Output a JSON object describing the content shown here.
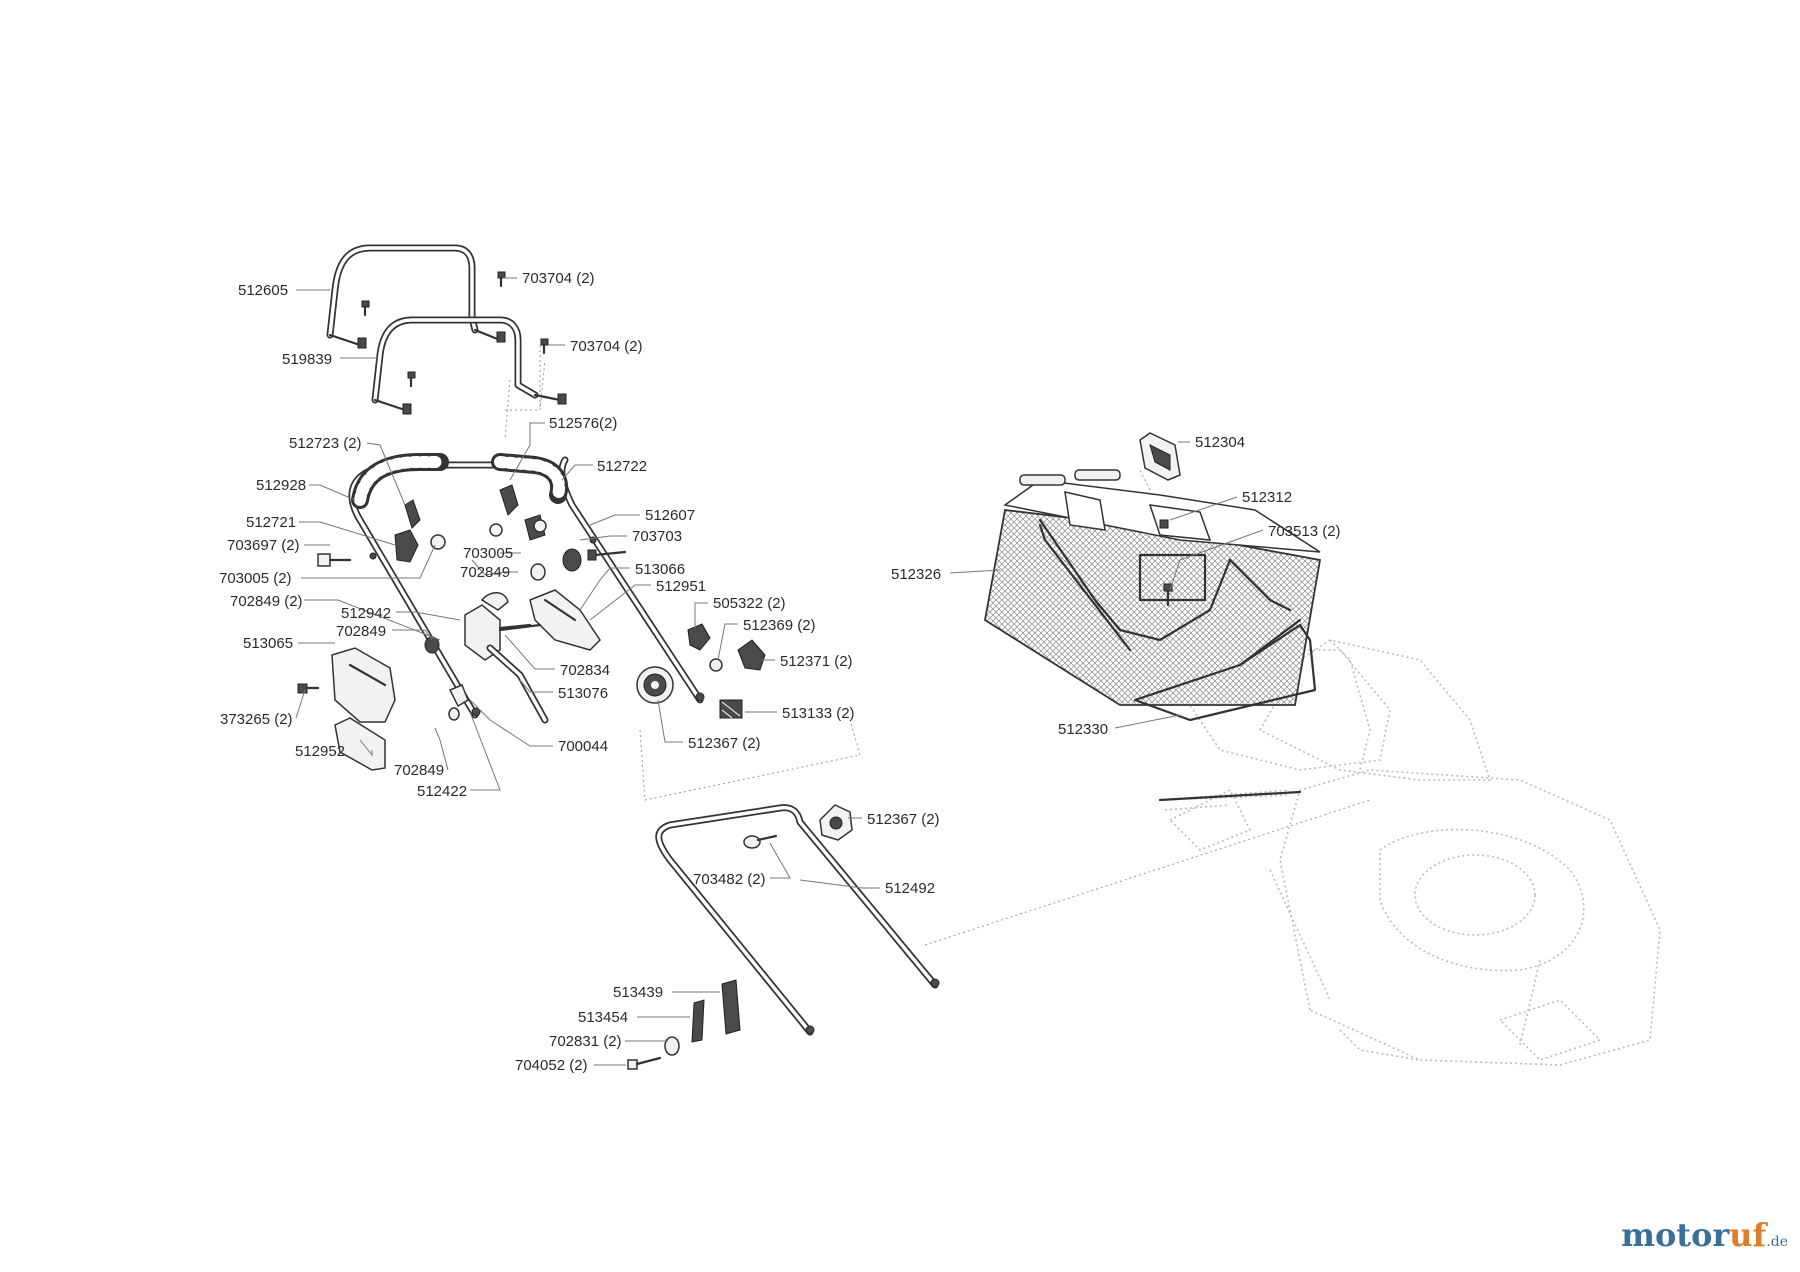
{
  "labels": {
    "p512605": "512605",
    "p703704a": "703704 (2)",
    "p519839": "519839",
    "p703704b": "703704 (2)",
    "p512723": "512723 (2)",
    "p512576": "512576(2)",
    "p512928": "512928",
    "p512722": "512722",
    "p512721": "512721",
    "p512607": "512607",
    "p703697": "703697 (2)",
    "p703703": "703703",
    "p703005a": "703005",
    "p703005b": "703005 (2)",
    "p702849a": "702849",
    "p513066": "513066",
    "p702849b": "702849 (2)",
    "p512951": "512951",
    "p512942": "512942",
    "p505322": "505322 (2)",
    "p702849c": "702849",
    "p512369": "512369 (2)",
    "p513065": "513065",
    "p702834": "702834",
    "p512371": "512371 (2)",
    "p513076": "513076",
    "p373265": "373265 (2)",
    "p513133": "513133 (2)",
    "p512952": "512952",
    "p700044": "700044",
    "p512367a": "512367 (2)",
    "p702849d": "702849",
    "p512422": "512422",
    "p512304": "512304",
    "p512312": "512312",
    "p703513": "703513 (2)",
    "p512326": "512326",
    "p512330": "512330",
    "p512367b": "512367 (2)",
    "p703482": "703482 (2)",
    "p512492": "512492",
    "p513439": "513439",
    "p513454": "513454",
    "p702831": "702831 (2)",
    "p704052": "704052 (2)"
  },
  "brand": {
    "name_part1": "motor",
    "name_part2": "uf",
    "suffix": ".de"
  }
}
